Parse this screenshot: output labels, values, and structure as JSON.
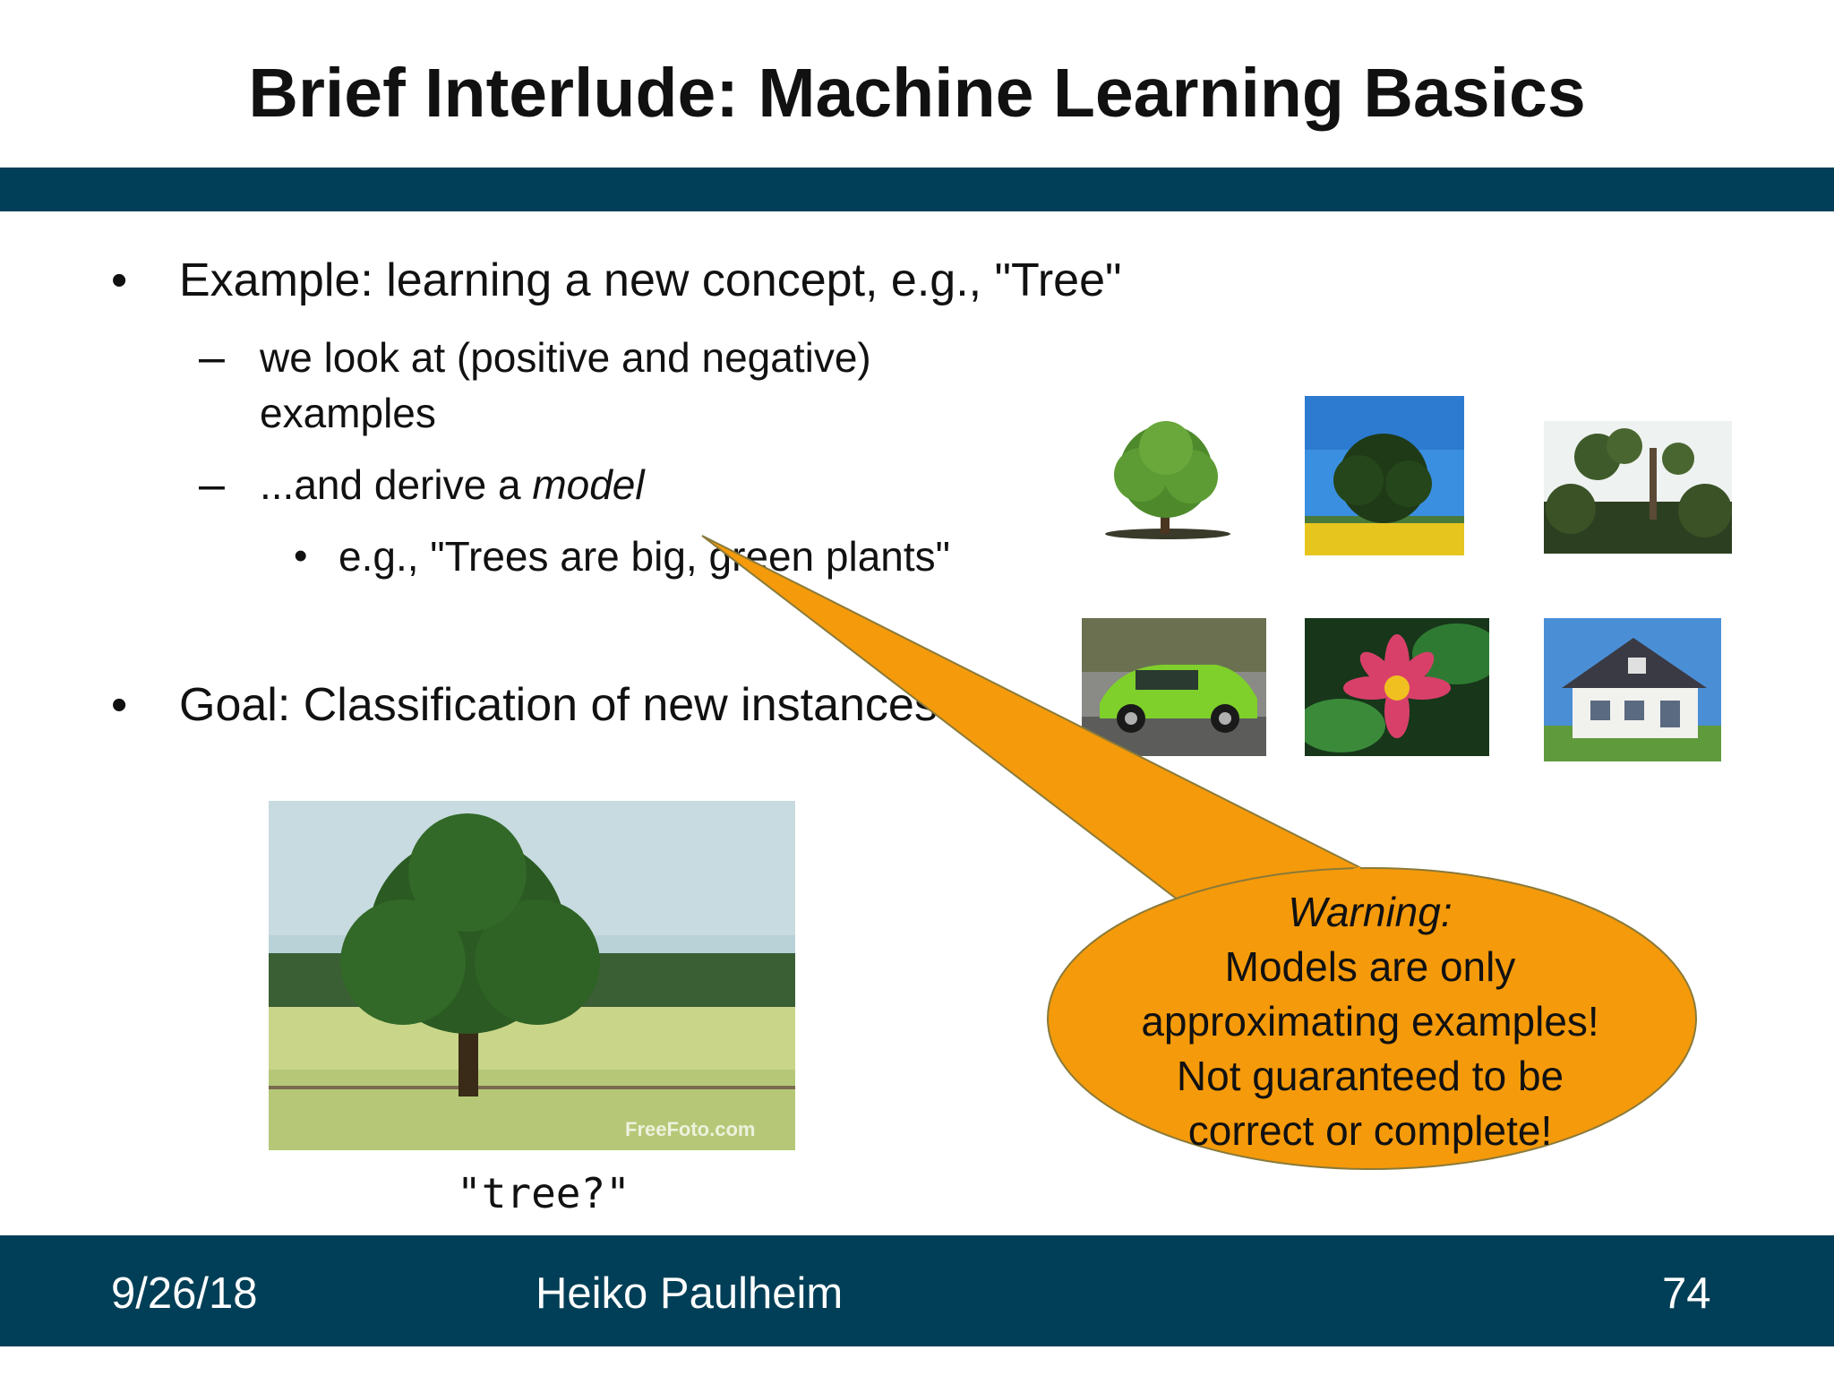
{
  "slide": {
    "title": "Brief Interlude: Machine Learning Basics",
    "bullets": [
      {
        "text": "Example: learning a new concept, e.g., \"Tree\"",
        "sub": [
          {
            "line1": "we look at (positive and negative)",
            "line2": "examples"
          },
          {
            "prefix": "...and derive a ",
            "emphasis": "model"
          }
        ],
        "subsub": "e.g., \"Trees are big, green plants\""
      },
      {
        "text": "Goal: Classification of new instances"
      }
    ],
    "query_caption": "\"tree?\"",
    "watermark": "FreeFoto.com",
    "callout": {
      "heading": "Warning:",
      "lines": [
        "Models are only",
        "approximating examples!",
        "Not guaranteed to be",
        "correct or complete!"
      ],
      "fill": "#f59a0a",
      "stroke": "#8a7a3a"
    }
  },
  "footer": {
    "date": "9/26/18",
    "author": "Heiko Paulheim",
    "page": "74"
  },
  "colors": {
    "band": "#003f57",
    "callout": "#f59a0a"
  }
}
